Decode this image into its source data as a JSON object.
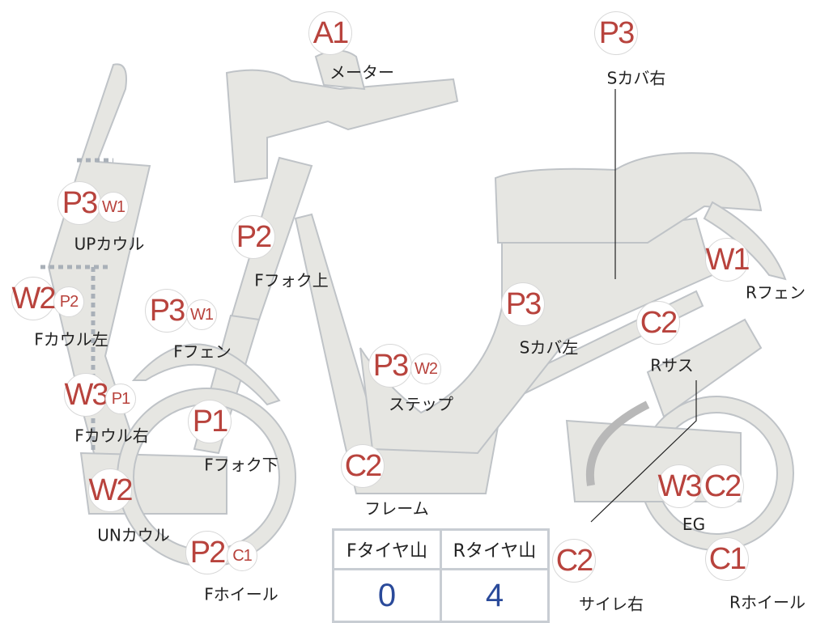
{
  "parts": [
    {
      "codes": [
        "A1"
      ],
      "label": "メーター"
    },
    {
      "codes": [
        "P3"
      ],
      "label": "Sカバ右"
    },
    {
      "codes": [
        "P3",
        "W1"
      ],
      "label": "UPカウル"
    },
    {
      "codes": [
        "W2",
        "P2"
      ],
      "label": "Fカウル左"
    },
    {
      "codes": [
        "P3",
        "W1"
      ],
      "label": "Fフェン"
    },
    {
      "codes": [
        "P2"
      ],
      "label": "Fフォク上"
    },
    {
      "codes": [
        "W3",
        "P1"
      ],
      "label": "Fカウル右"
    },
    {
      "codes": [
        "P1"
      ],
      "label": "Fフォク下"
    },
    {
      "codes": [
        "W2"
      ],
      "label": "UNカウル"
    },
    {
      "codes": [
        "P2",
        "C1"
      ],
      "label": "Fホイール"
    },
    {
      "codes": [
        "P3",
        "W2"
      ],
      "label": "ステップ"
    },
    {
      "codes": [
        "P3"
      ],
      "label": "Sカバ左"
    },
    {
      "codes": [
        "C2"
      ],
      "label": "フレーム"
    },
    {
      "codes": [
        "W1"
      ],
      "label": "Rフェン"
    },
    {
      "codes": [
        "C2"
      ],
      "label": "Rサス"
    },
    {
      "codes": [
        "W3",
        "C2"
      ],
      "label": "EG"
    },
    {
      "codes": [
        "C2"
      ],
      "label": "サイレ右"
    },
    {
      "codes": [
        "C1"
      ],
      "label": "Rホイール"
    }
  ],
  "tire_table": {
    "headers": [
      "Fタイヤ山",
      "Rタイヤ山"
    ],
    "values": [
      "0",
      "4"
    ]
  }
}
